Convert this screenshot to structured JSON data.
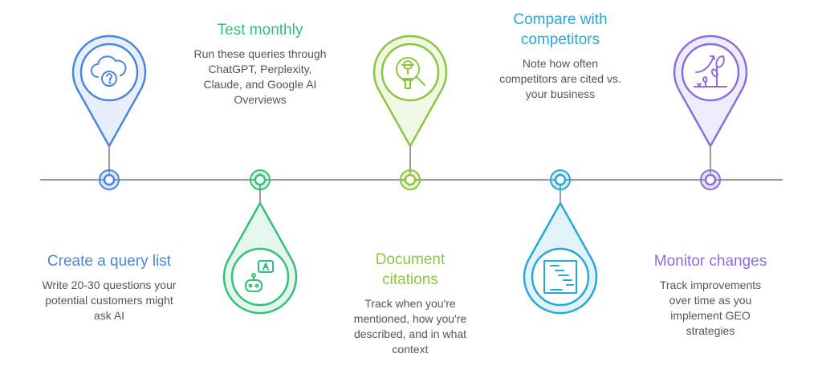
{
  "steps": [
    {
      "title": "Create a query list",
      "body": "Write 20-30 questions your potential customers might ask AI",
      "color": "#4a86e0",
      "icon": "cloud-question-icon"
    },
    {
      "title": "Test monthly",
      "body": "Run these queries through ChatGPT, Perplexity, Claude, and Google AI Overviews",
      "color": "#35c07a",
      "icon": "robot-chat-icon"
    },
    {
      "title": "Document citations",
      "body": "Track when you're mentioned, how you're described, and in what context",
      "color": "#8cc63f",
      "icon": "person-search-icon"
    },
    {
      "title": "Compare with competitors",
      "body": "Note how often competitors are cited vs. your business",
      "color": "#26a9d9",
      "icon": "gantt-chart-icon"
    },
    {
      "title": "Monitor changes",
      "body": "Track improvements over time as you implement GEO strategies",
      "color": "#8a6fe0",
      "icon": "plant-growth-icon"
    }
  ]
}
